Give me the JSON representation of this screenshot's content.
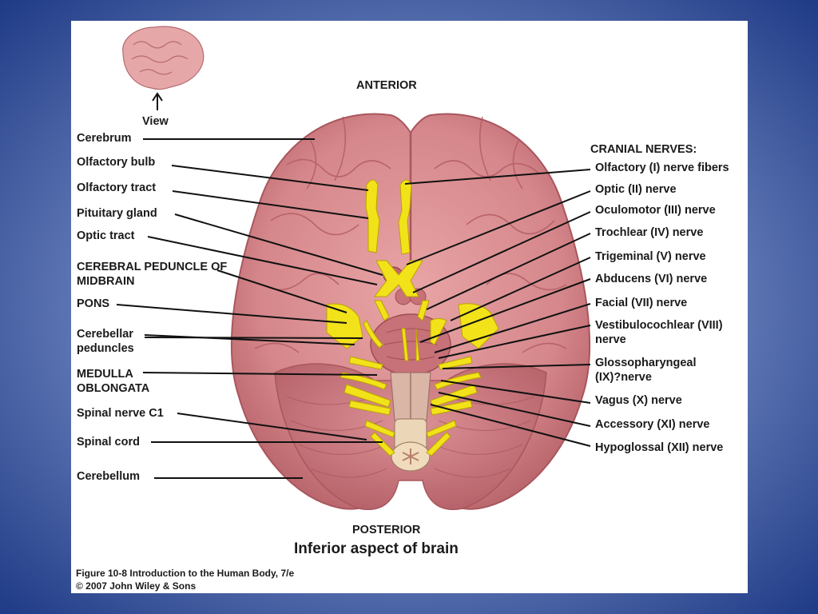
{
  "header": {
    "anterior": "ANTERIOR",
    "posterior": "POSTERIOR"
  },
  "inset": {
    "view_label": "View"
  },
  "title": "Inferior aspect of brain",
  "caption": {
    "line1": "Figure 10-8  Introduction to the Human Body, 7/e",
    "line2": "© 2007 John Wiley & Sons"
  },
  "left_labels": {
    "cerebrum": "Cerebrum",
    "olfactory_bulb": "Olfactory bulb",
    "olfactory_tract": "Olfactory tract",
    "pituitary_gland": "Pituitary gland",
    "optic_tract": "Optic tract",
    "cerebral_peduncle": "CEREBRAL PEDUNCLE OF MIDBRAIN",
    "pons": "PONS",
    "cerebellar_peduncles": "Cerebellar peduncles",
    "medulla": "MEDULLA OBLONGATA",
    "spinal_nerve_c1": "Spinal nerve C1",
    "spinal_cord": "Spinal cord",
    "cerebellum": "Cerebellum"
  },
  "right_labels": {
    "heading": "CRANIAL NERVES:",
    "olfactory": "Olfactory (I) nerve fibers",
    "optic": "Optic (II) nerve",
    "oculomotor": "Oculomotor (III) nerve",
    "trochlear": "Trochlear (IV) nerve",
    "trigeminal": "Trigeminal (V) nerve",
    "abducens": "Abducens (VI) nerve",
    "facial": "Facial (VII) nerve",
    "vestibulocochlear": "Vestibulocochlear (VIII) nerve",
    "glossopharyngeal": "Glossopharyngeal (IX)?nerve",
    "vagus": "Vagus (X) nerve",
    "accessory": "Accessory (XI) nerve",
    "hypoglossal": "Hypoglossal (XII) nerve"
  },
  "colors": {
    "brain_fill": "#d98b8e",
    "brain_dark": "#b9666c",
    "nerve_yellow": "#f2e21a",
    "leader_line": "#111111"
  }
}
